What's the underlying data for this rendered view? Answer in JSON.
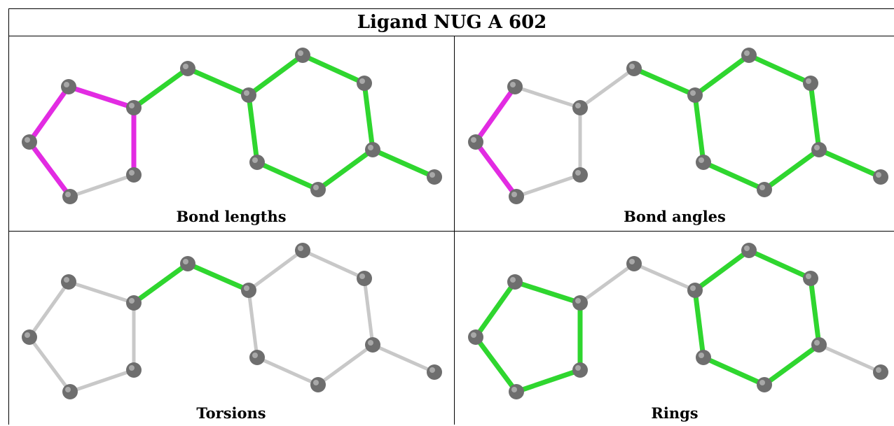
{
  "title": "Ligand NUG A 602",
  "colors": {
    "atom": "#6e6e6e",
    "highlight_green": "#2fd62f",
    "highlight_magenta": "#e22be2",
    "neutral_bond": "#c8c8c8"
  },
  "panels": [
    {
      "caption": "Bond lengths",
      "bond_colors": [
        "magenta",
        "magenta",
        "magenta",
        "magenta",
        "grey",
        "green",
        "green",
        "green",
        "green",
        "green",
        "green",
        "green",
        "green",
        "green"
      ]
    },
    {
      "caption": "Bond angles",
      "bond_colors": [
        "grey",
        "magenta",
        "magenta",
        "grey",
        "grey",
        "grey",
        "green",
        "green",
        "green",
        "green",
        "green",
        "green",
        "green",
        "green"
      ]
    },
    {
      "caption": "Torsions",
      "bond_colors": [
        "grey",
        "grey",
        "grey",
        "grey",
        "grey",
        "green",
        "green",
        "grey",
        "grey",
        "grey",
        "grey",
        "grey",
        "grey",
        "grey"
      ]
    },
    {
      "caption": "Rings",
      "bond_colors": [
        "green",
        "green",
        "green",
        "green",
        "green",
        "grey",
        "grey",
        "green",
        "green",
        "green",
        "green",
        "green",
        "green",
        "grey"
      ]
    }
  ]
}
